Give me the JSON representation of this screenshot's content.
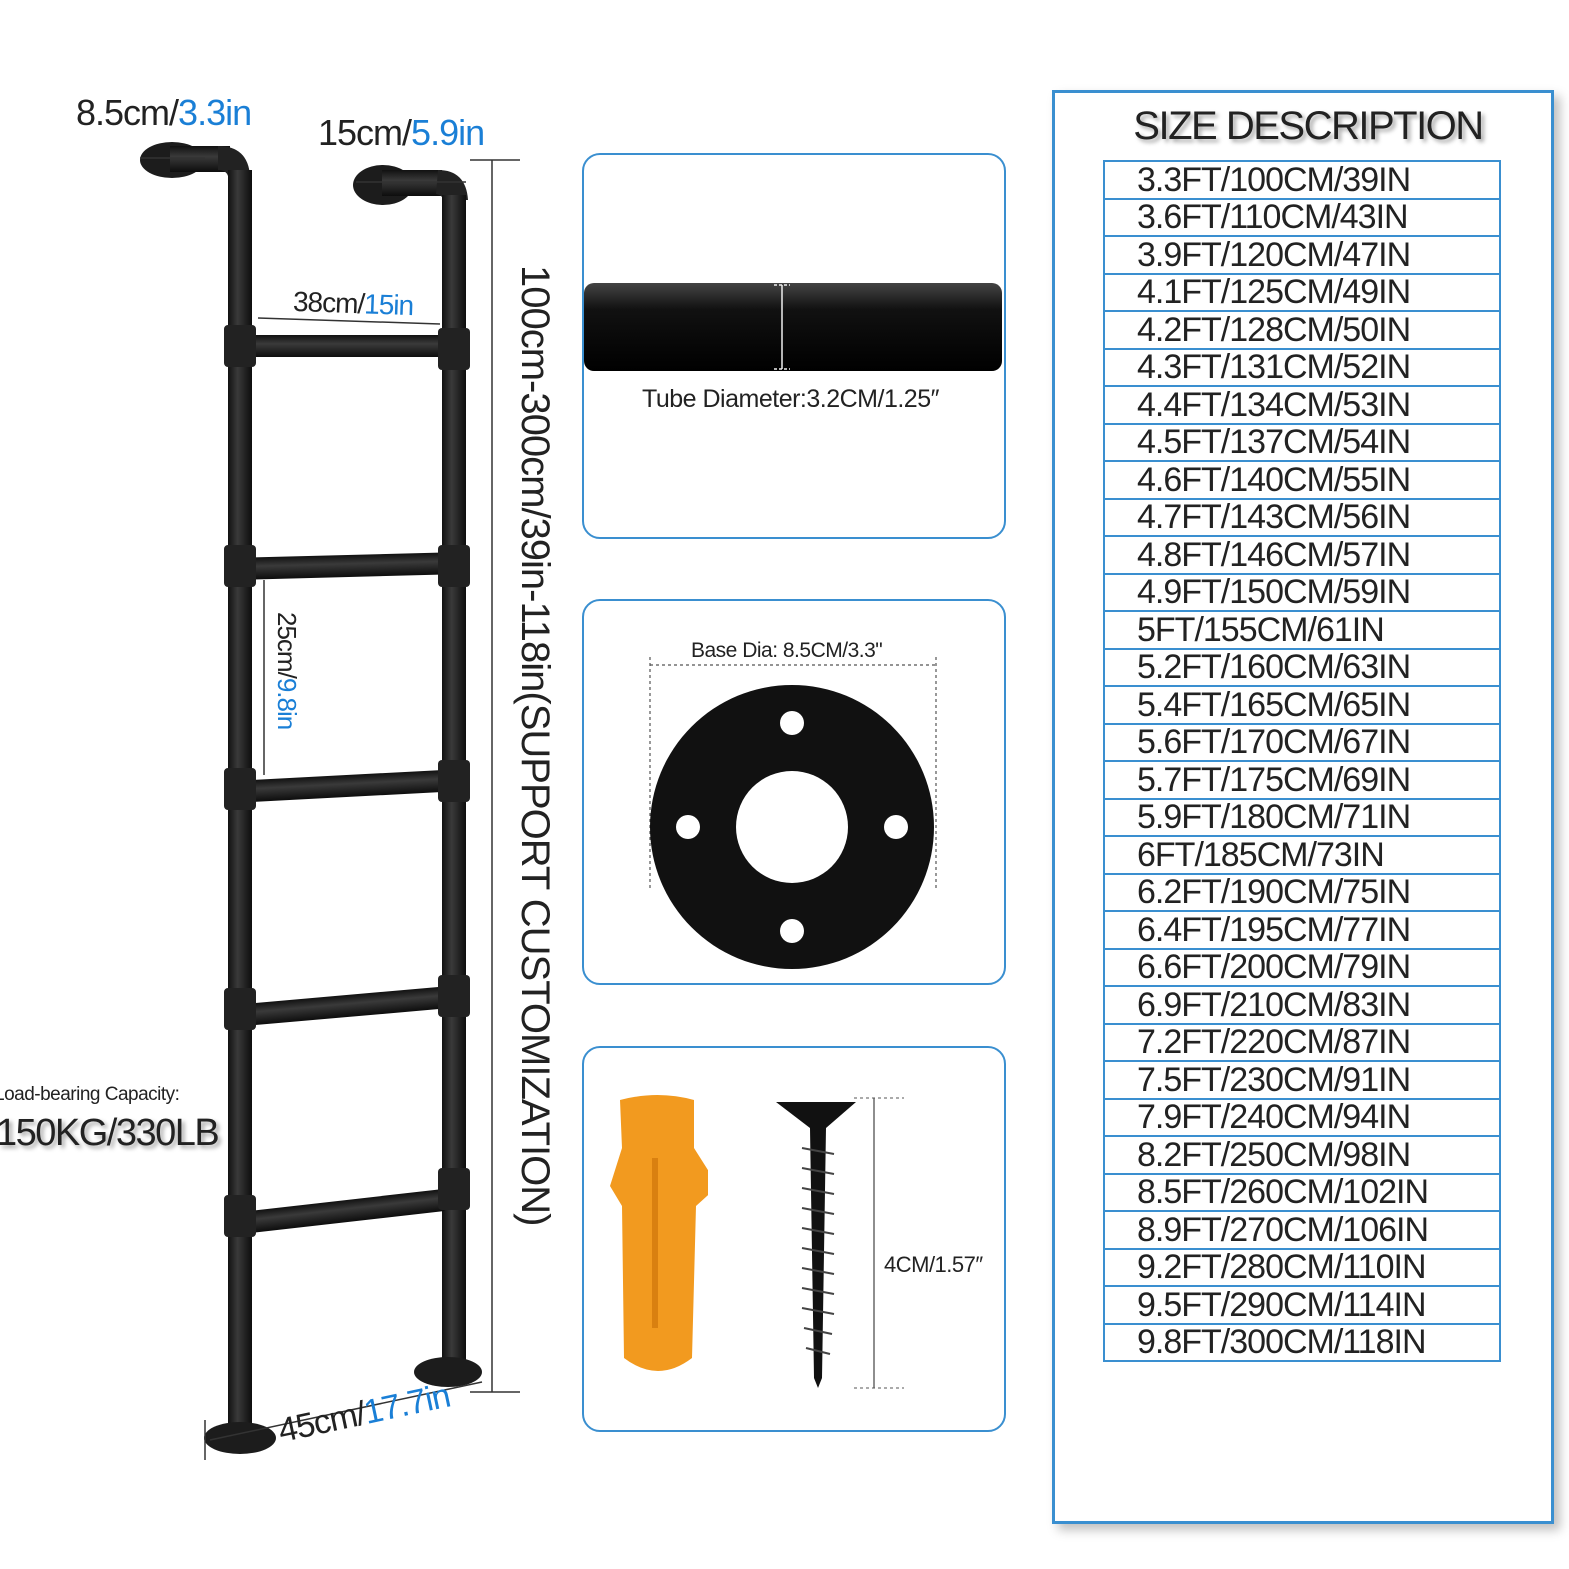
{
  "ladder": {
    "flange_top_left": {
      "cm": "8.5cm/",
      "inch": "3.3in"
    },
    "flange_top_right": {
      "cm": "15cm/",
      "inch": "5.9in"
    },
    "width": {
      "cm": "38cm/",
      "inch": "15in"
    },
    "rung_spacing": {
      "cm": "25cm/",
      "inch": "9.8in"
    },
    "base": {
      "cm": "45cm/",
      "inch": "17.7in"
    },
    "height_label": "100cm-300cm/39in-118in(SUPPORT CUSTOMIZATION)",
    "load_label": "Load-bearing Capacity:",
    "load_value": "150KG/330LB"
  },
  "panels": {
    "tube_label": "Tube Diameter:3.2CM/1.25″",
    "base_label": "Base Dia: 8.5CM/3.3\"",
    "screw_label": "4CM/1.57″"
  },
  "size": {
    "title": "SIZE DESCRIPTION",
    "rows": [
      "3.3FT/100CM/39IN",
      "3.6FT/110CM/43IN",
      "3.9FT/120CM/47IN",
      "4.1FT/125CM/49IN",
      "4.2FT/128CM/50IN",
      "4.3FT/131CM/52IN",
      "4.4FT/134CM/53IN",
      "4.5FT/137CM/54IN",
      "4.6FT/140CM/55IN",
      "4.7FT/143CM/56IN",
      "4.8FT/146CM/57IN",
      "4.9FT/150CM/59IN",
      "5FT/155CM/61IN",
      "5.2FT/160CM/63IN",
      "5.4FT/165CM/65IN",
      "5.6FT/170CM/67IN",
      "5.7FT/175CM/69IN",
      "5.9FT/180CM/71IN",
      "6FT/185CM/73IN",
      "6.2FT/190CM/75IN",
      "6.4FT/195CM/77IN",
      "6.6FT/200CM/79IN",
      "6.9FT/210CM/83IN",
      "7.2FT/220CM/87IN",
      "7.5FT/230CM/91IN",
      "7.9FT/240CM/94IN",
      "8.2FT/250CM/98IN",
      "8.5FT/260CM/102IN",
      "8.9FT/270CM/106IN",
      "9.2FT/280CM/110IN",
      "9.5FT/290CM/114IN",
      "9.8FT/300CM/118IN"
    ]
  },
  "colors": {
    "accent": "#3a8fd0",
    "dim_blue": "#1a7fd6",
    "pipe": "#1c1c1c",
    "anchor": "#f29a1f"
  }
}
